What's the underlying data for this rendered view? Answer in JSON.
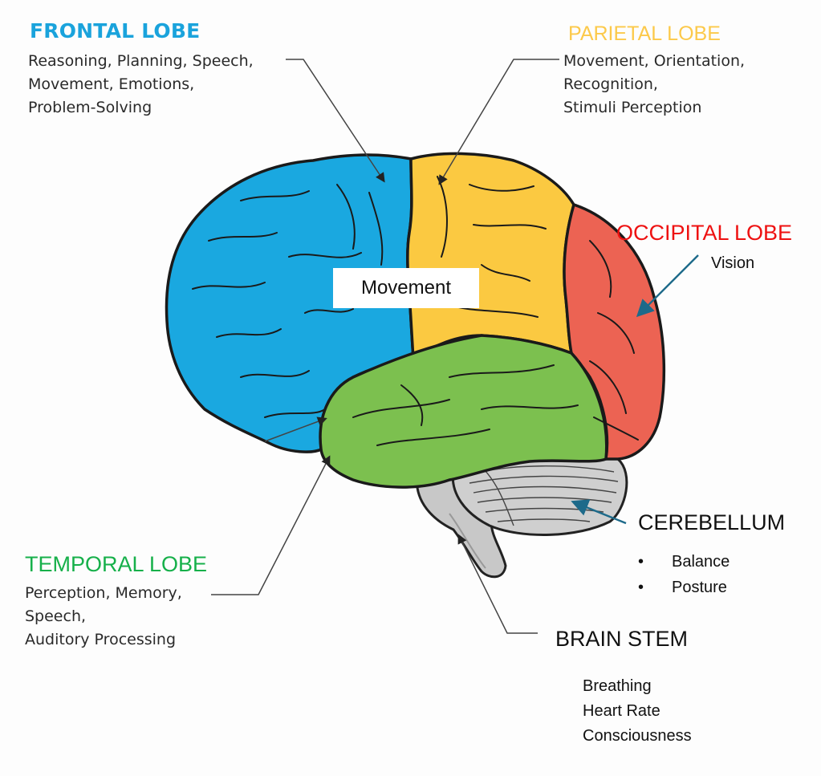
{
  "diagram": {
    "subject": "Human brain lobes and functions (lateral view)",
    "colors": {
      "frontal": "#1aa8e0",
      "parietal": "#fbc941",
      "occipital": "#ec6353",
      "temporal": "#7cc04f",
      "cerebellum": "#cfcfcf",
      "brain_stem": "#c8c8c8",
      "outline": "#1a1a1a",
      "arrow_blue": "#1d6a8a",
      "leader_line": "#444444"
    },
    "regions": [
      {
        "id": "frontal",
        "title": "FRONTAL LOBE",
        "title_color": "#1aa3dc",
        "functions": [
          "Reasoning, Planning, Speech,",
          "Movement, Emotions,",
          "Problem-Solving"
        ]
      },
      {
        "id": "parietal",
        "title": "PARIETAL LOBE",
        "title_color": "#fcc94a",
        "functions": [
          "Movement, Orientation,",
          "Recognition,",
          "Stimuli Perception"
        ]
      },
      {
        "id": "occipital",
        "title": "OCCIPITAL LOBE",
        "title_color": "#ee1111",
        "functions": [
          "Vision"
        ]
      },
      {
        "id": "temporal",
        "title": "TEMPORAL LOBE",
        "title_color": "#16b04a",
        "functions": [
          "Perception, Memory,",
          "Speech,",
          "Auditory Processing"
        ]
      },
      {
        "id": "cerebellum",
        "title": "CEREBELLUM",
        "title_color": "#111111",
        "bullet": "•",
        "functions": [
          "Balance",
          "Posture"
        ]
      },
      {
        "id": "brain_stem",
        "title": "BRAIN STEM",
        "title_color": "#111111",
        "functions": [
          "Breathing",
          "Heart Rate",
          "Consciousness"
        ]
      }
    ],
    "overlay_label": "Movement"
  }
}
